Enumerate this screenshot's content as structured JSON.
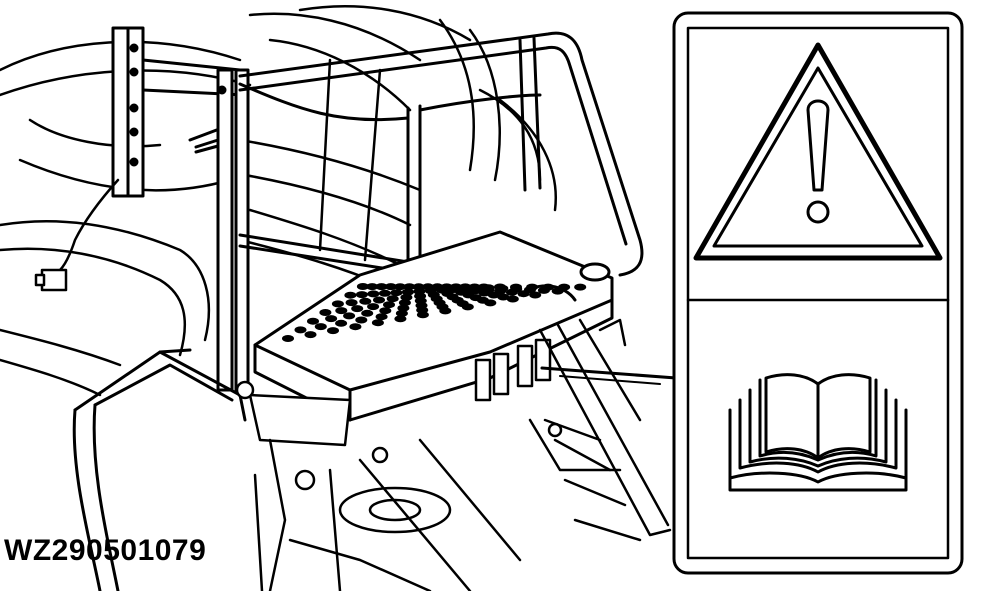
{
  "figure": {
    "id": "WZ290501079"
  },
  "decal": {
    "upper_symbol": "warning-exclamation-triangle",
    "lower_symbol": "operator-manual-book"
  },
  "colors": {
    "ink": "#000000",
    "paper": "#ffffff"
  }
}
